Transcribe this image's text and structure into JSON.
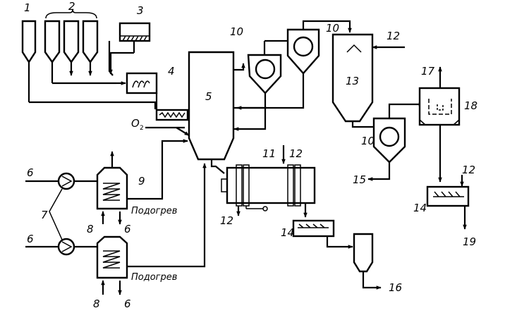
{
  "labels": {
    "n1": "1",
    "n2": "2",
    "n3": "3",
    "n4": "4",
    "n5": "5",
    "n6a": "6",
    "n6b": "6",
    "n6c": "6",
    "n6d": "6",
    "n7": "7",
    "n8a": "8",
    "n8b": "8",
    "n9": "9",
    "n10a": "10",
    "n10b": "10",
    "n10c": "10",
    "n11": "11",
    "n12a": "12",
    "n12b": "12",
    "n12c": "12",
    "n12d": "12",
    "n13": "13",
    "n14a": "14",
    "n14b": "14",
    "n15": "15",
    "n16": "16",
    "n17": "17",
    "n18": "18",
    "n19": "19"
  },
  "oxygen": {
    "symbol": "O",
    "subscript": "2"
  },
  "preheat": {
    "upper": "Подогрев",
    "lower": "Подогрев"
  }
}
